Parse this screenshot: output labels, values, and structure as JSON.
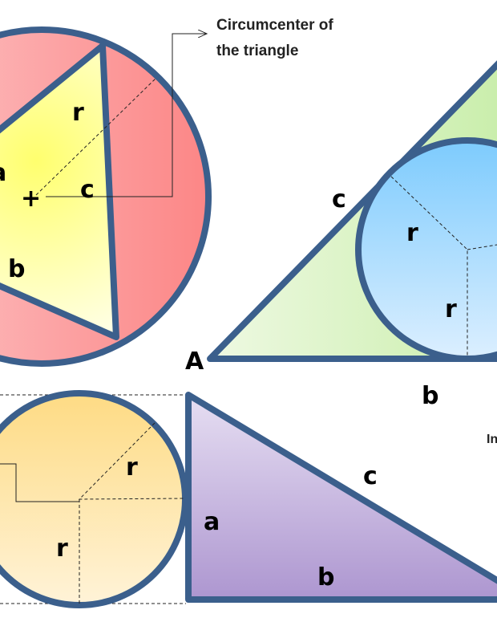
{
  "colors": {
    "outline": "#3b5f8c",
    "circumcircle_fill": [
      "#fdc6c8",
      "#fc8686"
    ],
    "circum_triangle_fill": [
      "#ffff6e",
      "#ffffe4"
    ],
    "incircle_triangle_fill": [
      "#eef9e2",
      "#c6eda6"
    ],
    "incircle_fill": [
      "#7dcbfd",
      "#dcefff"
    ],
    "right_circle_fill": [
      "#fedb84",
      "#fff3d8"
    ],
    "right_triangle_fill": [
      "#e6def2",
      "#ad96d0"
    ]
  },
  "circumcircle": {
    "annotation_line1": "Circumcenter of",
    "annotation_line2": "the triangle",
    "center_marker": "+",
    "labels": {
      "a": "a",
      "b": "b",
      "c": "c",
      "r": "r"
    }
  },
  "incircle": {
    "vertex_label": "A",
    "labels": {
      "b": "b",
      "c": "c",
      "r1": "r",
      "r2": "r"
    }
  },
  "right_triangle": {
    "partial_caption": "In",
    "labels": {
      "a": "a",
      "b": "b",
      "c": "c",
      "r1": "r",
      "r2": "r"
    }
  }
}
